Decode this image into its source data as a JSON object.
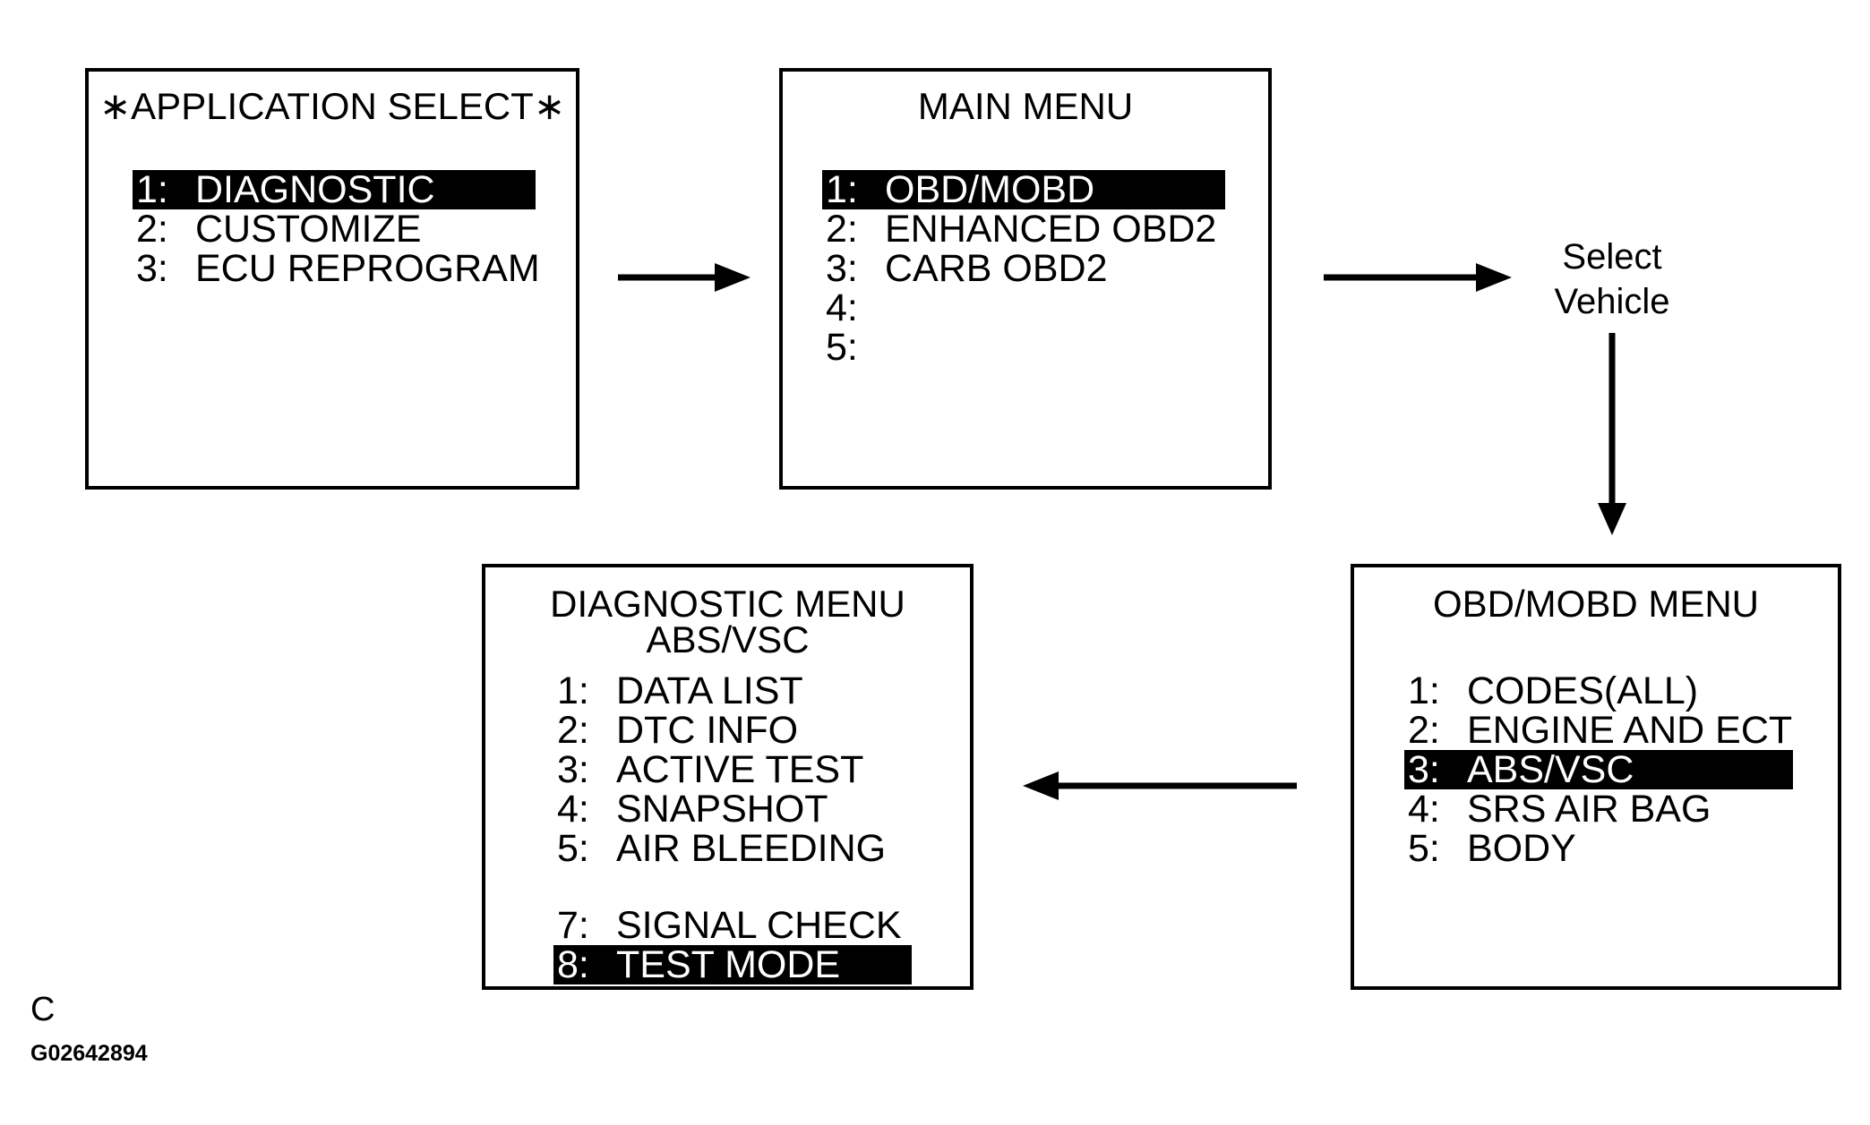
{
  "screens": {
    "app_select": {
      "title": "∗APPLICATION SELECT∗",
      "items": [
        {
          "num": "1:",
          "label": "DIAGNOSTIC",
          "highlighted": true
        },
        {
          "num": "2:",
          "label": "CUSTOMIZE",
          "highlighted": false
        },
        {
          "num": "3:",
          "label": "ECU REPROGRAM",
          "highlighted": false
        }
      ]
    },
    "main_menu": {
      "title": "MAIN MENU",
      "items": [
        {
          "num": "1:",
          "label": "OBD/MOBD",
          "highlighted": true
        },
        {
          "num": "2:",
          "label": "ENHANCED OBD2",
          "highlighted": false
        },
        {
          "num": "3:",
          "label": "CARB OBD2",
          "highlighted": false
        },
        {
          "num": "4:",
          "label": "",
          "highlighted": false
        },
        {
          "num": "5:",
          "label": "",
          "highlighted": false
        }
      ]
    },
    "obd_menu": {
      "title": "OBD/MOBD MENU",
      "items": [
        {
          "num": "1:",
          "label": "CODES(ALL)",
          "highlighted": false
        },
        {
          "num": "2:",
          "label": "ENGINE AND ECT",
          "highlighted": false
        },
        {
          "num": "3:",
          "label": "ABS/VSC",
          "highlighted": true
        },
        {
          "num": "4:",
          "label": "SRS AIR BAG",
          "highlighted": false
        },
        {
          "num": "5:",
          "label": "BODY",
          "highlighted": false
        }
      ]
    },
    "diag_menu": {
      "title_line1": "DIAGNOSTIC MENU",
      "title_line2": "ABS/VSC",
      "items": [
        {
          "num": "1:",
          "label": "DATA LIST",
          "highlighted": false
        },
        {
          "num": "2:",
          "label": "DTC INFO",
          "highlighted": false
        },
        {
          "num": "3:",
          "label": "ACTIVE TEST",
          "highlighted": false
        },
        {
          "num": "4:",
          "label": "SNAPSHOT",
          "highlighted": false
        },
        {
          "num": "5:",
          "label": "AIR BLEEDING",
          "highlighted": false
        },
        {
          "num": "7:",
          "label": "SIGNAL CHECK",
          "highlighted": false
        },
        {
          "num": "8:",
          "label": "TEST MODE",
          "highlighted": true
        }
      ]
    }
  },
  "flow": {
    "select_vehicle_line1": "Select",
    "select_vehicle_line2": "Vehicle"
  },
  "footer": {
    "page_letter": "C",
    "figure_code": "G02642894"
  },
  "colors": {
    "highlight_bg": "#000000",
    "highlight_text": "#ffffff",
    "line": "#000000"
  }
}
